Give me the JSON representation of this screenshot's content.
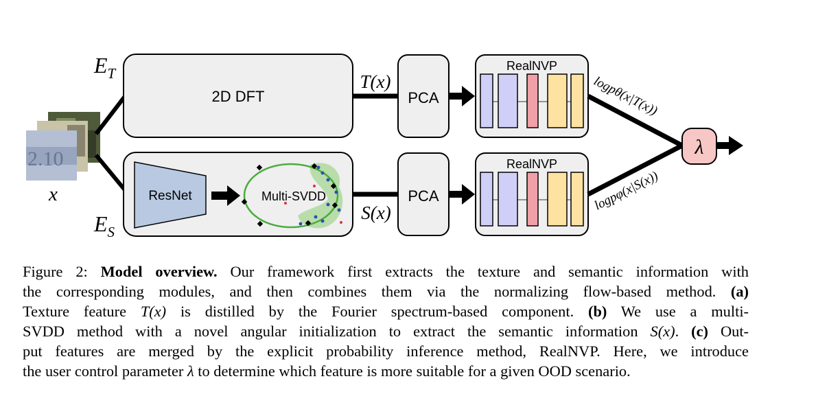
{
  "figure": {
    "branch_top_label": "E",
    "branch_top_sub": "T",
    "branch_bottom_label": "E",
    "branch_bottom_sub": "S",
    "input_label": "x",
    "dft_label": "2D DFT",
    "resnet_label": "ResNet",
    "svdd_label": "Multi-SVDD",
    "pca_top_label": "PCA",
    "pca_bottom_label": "PCA",
    "realnvp_top_label": "RealNVP",
    "realnvp_bottom_label": "RealNVP",
    "tx_label": "T(x)",
    "sx_label": "S(x)",
    "top_likelihood_label": "logpθ(x|T(x))",
    "bottom_likelihood_label": "logpφ(x|S(x))",
    "lambda_label": "λ",
    "colors": {
      "box_fill": "#efefef",
      "flow_purple": "#cfcff8",
      "flow_red": "#f0a0a8",
      "flow_yellow": "#fde2a2",
      "lambda_fill": "#f7c7c5",
      "resnet_fill": "#b8c9e1",
      "svdd_ring": "#4aac3c",
      "svdd_blob": "#93d07d"
    }
  },
  "caption": {
    "l1_a": "Figure 2: ",
    "l1_b": "Model overview.",
    "l1_c": " Our framework first extracts the texture and semantic information with",
    "l2_a": "the corresponding modules, and then combines them via the normalizing flow-based method. ",
    "l2_b": "(a)",
    "l3_a": "Texture feature ",
    "l3_m": "T(x)",
    "l3_b": " is distilled by the Fourier spectrum-based component. ",
    "l3_c": "(b)",
    "l3_d": " We use a multi-",
    "l4_a": "SVDD method with a novel angular initialization to extract the semantic information ",
    "l4_m": "S(x)",
    "l4_b": ". ",
    "l4_c": "(c)",
    "l4_d": " Out-",
    "l5": "put features are merged by the explicit probability inference method, RealNVP. Here, we introduce",
    "l6_a": "the user control parameter ",
    "l6_m": "λ",
    "l6_b": " to determine which feature is more suitable for a given OOD scenario."
  }
}
